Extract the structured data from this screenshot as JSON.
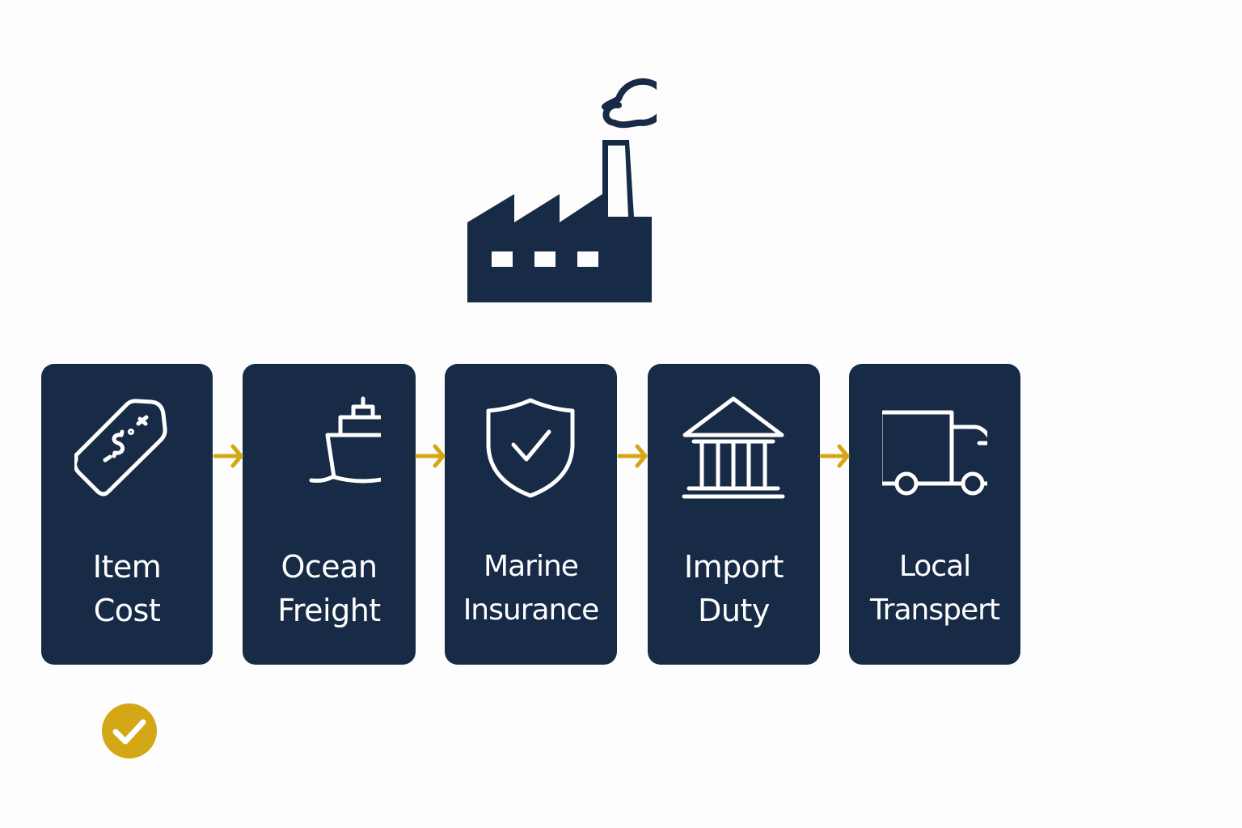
{
  "colors": {
    "card": "#172a46",
    "accent": "#d4a717",
    "text": "#ffffff",
    "background": "#fdfdfd"
  },
  "header_icon": "factory-icon",
  "steps": [
    {
      "icon": "price-tag-icon",
      "line1": "Item",
      "line2": "Cost"
    },
    {
      "icon": "ship-icon",
      "line1": "Ocean",
      "line2": "Freight"
    },
    {
      "icon": "shield-check-icon",
      "line1": "Marine",
      "line2": "Insurance"
    },
    {
      "icon": "bank-building-icon",
      "line1": "Import",
      "line2": "Duty"
    },
    {
      "icon": "truck-icon",
      "line1": "Local",
      "line2": "Transpert"
    }
  ],
  "connector_icon": "arrow-right-icon",
  "badge_icon": "checkmark-icon"
}
